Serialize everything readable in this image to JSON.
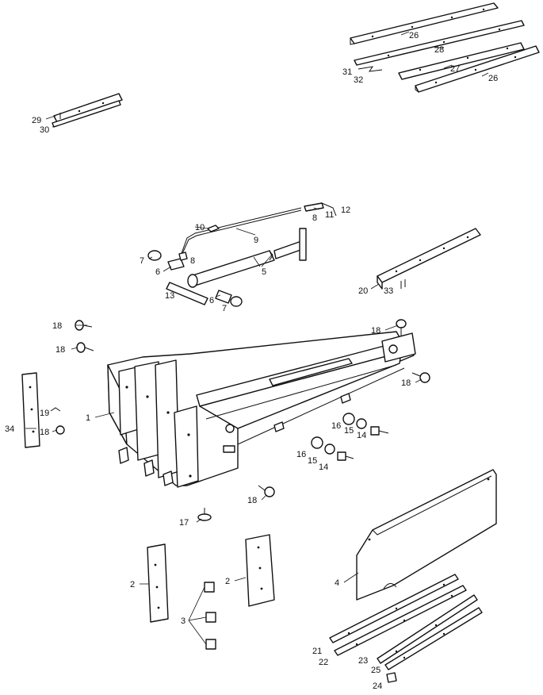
{
  "labels": {
    "l1": "1",
    "l2a": "2",
    "l2b": "2",
    "l3": "3",
    "l4": "4",
    "l5": "5",
    "l6a": "6",
    "l6b": "6",
    "l7a": "7",
    "l7b": "7",
    "l8a": "8",
    "l8b": "8",
    "l9": "9",
    "l10": "10",
    "l11": "11",
    "l12": "12",
    "l13": "13",
    "l14a": "14",
    "l14b": "14",
    "l15a": "15",
    "l15b": "15",
    "l16a": "16",
    "l16b": "16",
    "l17": "17",
    "l18a": "18",
    "l18b": "18",
    "l18c": "18",
    "l18d": "18",
    "l18e": "18",
    "l18f": "18",
    "l19": "19",
    "l20": "20",
    "l21": "21",
    "l22": "22",
    "l23": "23",
    "l24": "24",
    "l25": "25",
    "l26a": "26",
    "l26b": "26",
    "l27": "27",
    "l28": "28",
    "l29": "29",
    "l30": "30",
    "l31": "31",
    "l32": "32",
    "l33": "33",
    "l34": "34"
  }
}
